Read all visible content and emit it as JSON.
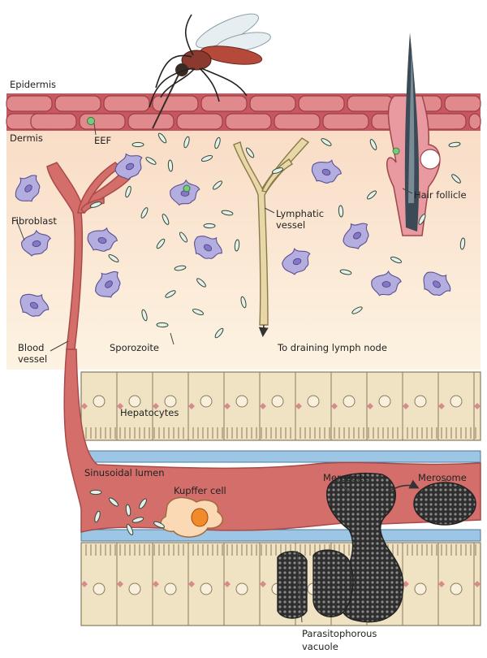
{
  "labels": {
    "epidermis": "Epidermis",
    "dermis": "Dermis",
    "eef": "EEF",
    "hair_follicle": "Hair follicle",
    "fibroblast": "Fibroblast",
    "lymphatic_vessel_1": "Lymphatic",
    "lymphatic_vessel_2": "vessel",
    "blood_vessel_1": "Blood",
    "blood_vessel_2": "vessel",
    "sporozoite": "Sporozoite",
    "draining_lymph_node": "To draining lymph node",
    "hepatocytes": "Hepatocytes",
    "sinusoidal_lumen": "Sinusoidal lumen",
    "kupffer_cell": "Kupffer cell",
    "merozoite": "Merozoite",
    "merosome": "Merosome",
    "parasitophorous_1": "Parasitophorous",
    "parasitophorous_2": "vacuole"
  },
  "colors": {
    "skin_background": "#fbecd4",
    "epidermis_cell": "#d9737a",
    "blood": "#d46e6a",
    "fibroblast": "#b4aee0",
    "lymph": "#e8d8a8",
    "hepatocyte": "#efe3c4",
    "endothelium": "#9cc6e4",
    "parasite": "#3c3c3c"
  }
}
